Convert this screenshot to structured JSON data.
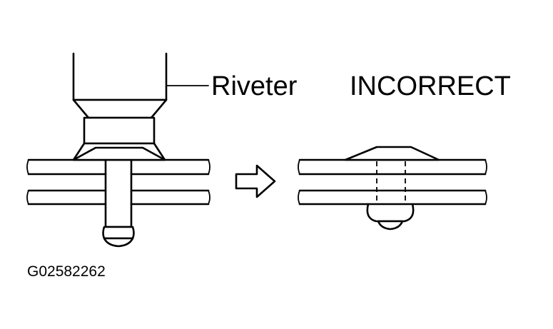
{
  "labels": {
    "tool": "Riveter",
    "verdict": "INCORRECT",
    "figure_id": "G02582262"
  },
  "colors": {
    "ink": "#000000",
    "background": "#ffffff"
  },
  "icons": {
    "process_arrow": "right-arrow-icon"
  }
}
